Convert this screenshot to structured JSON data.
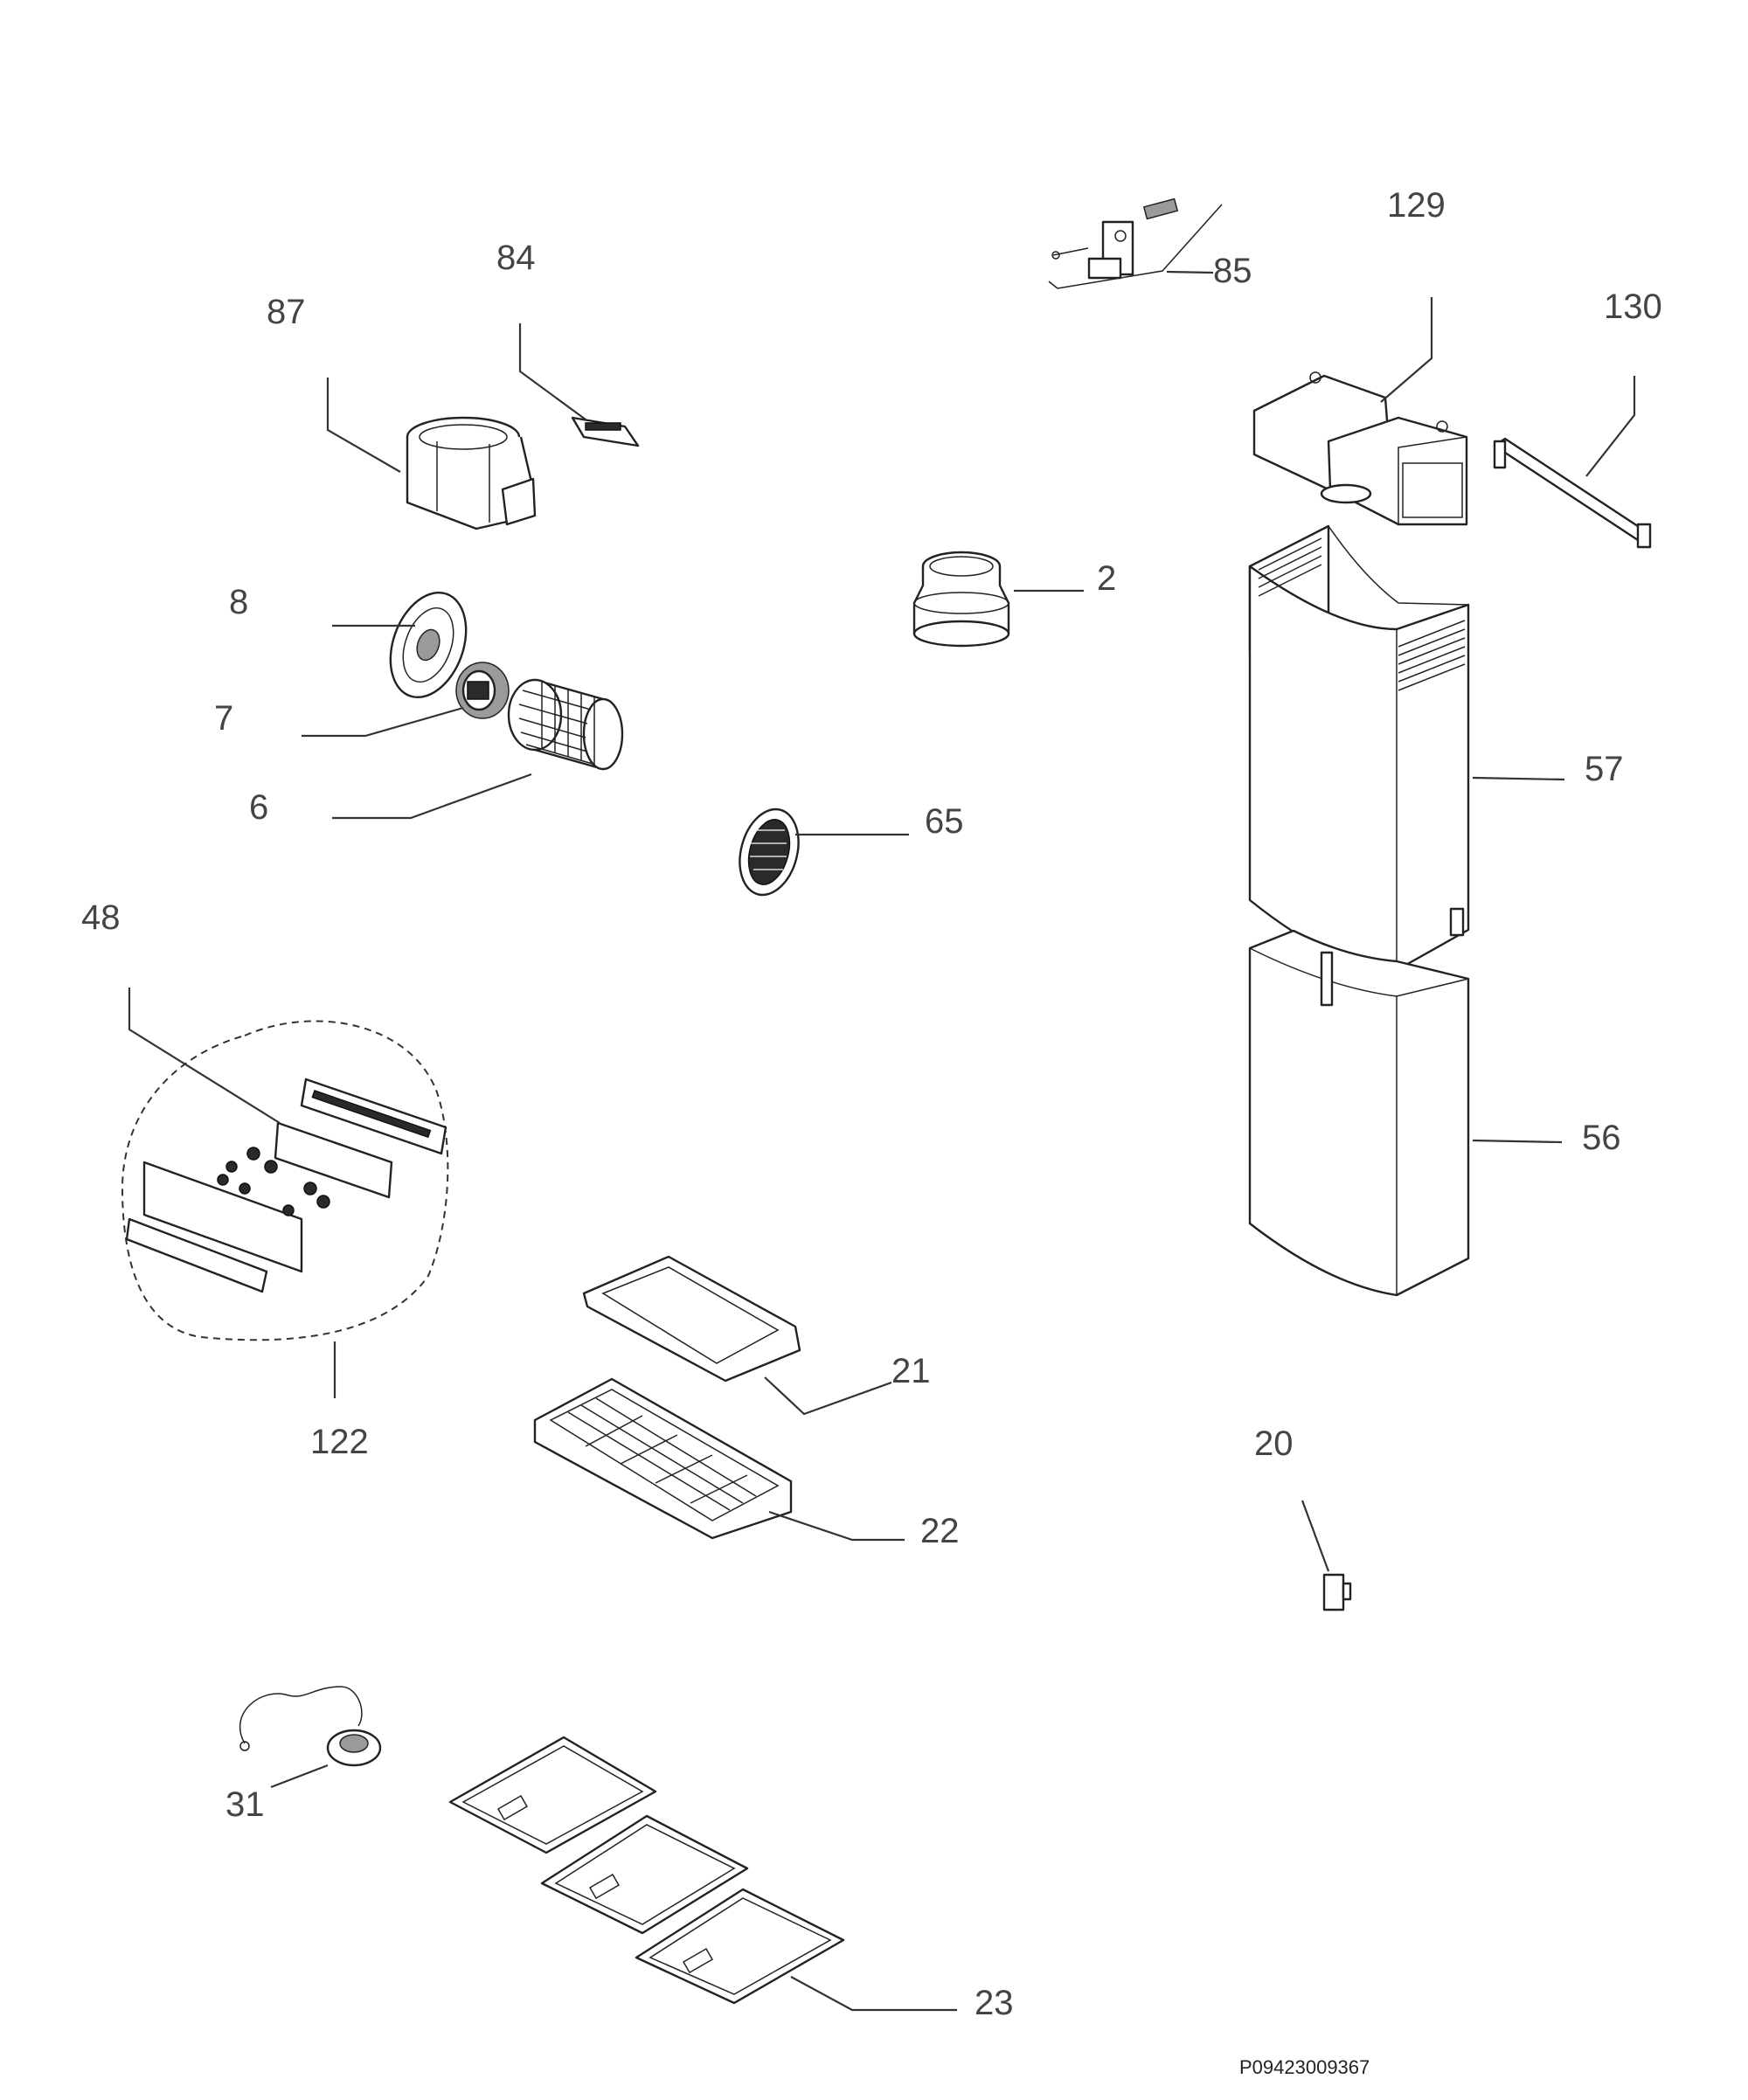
{
  "diagram": {
    "code": "P09423009367",
    "labels": {
      "l2": "2",
      "l6": "6",
      "l7": "7",
      "l8": "8",
      "l20": "20",
      "l21": "21",
      "l22": "22",
      "l23": "23",
      "l31": "31",
      "l48": "48",
      "l56": "56",
      "l57": "57",
      "l65": "65",
      "l84": "84",
      "l85": "85",
      "l87": "87",
      "l122": "122",
      "l129": "129",
      "l130": "130"
    }
  }
}
